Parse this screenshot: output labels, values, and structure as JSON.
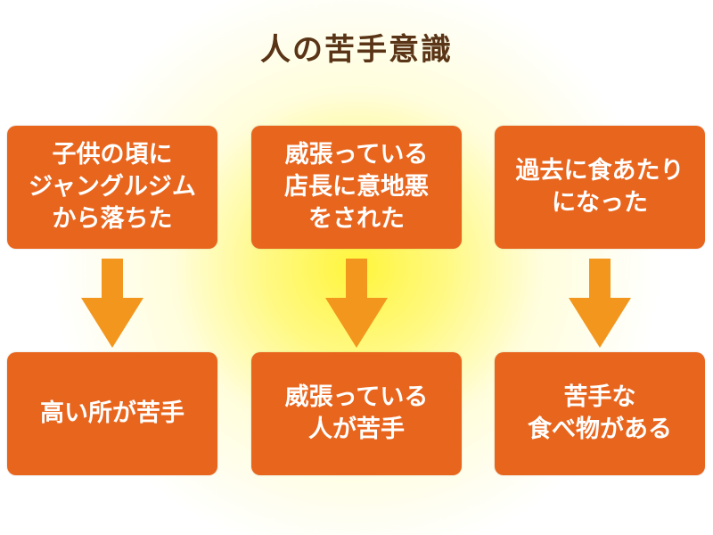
{
  "title": "人の苦手意識",
  "colors": {
    "box": "#e8651d",
    "arrow": "#f3961e",
    "title": "#5a3416",
    "glow": "#fff53c"
  },
  "columns": [
    {
      "cause": "子供の頃に\nジャングルジム\nから落ちた",
      "result": "高い所が苦手"
    },
    {
      "cause": "威張っている\n店長に意地悪\nをされた",
      "result": "威張っている\n人が苦手"
    },
    {
      "cause": "過去に食あたり\nになった",
      "result": "苦手な\n食べ物がある"
    }
  ]
}
